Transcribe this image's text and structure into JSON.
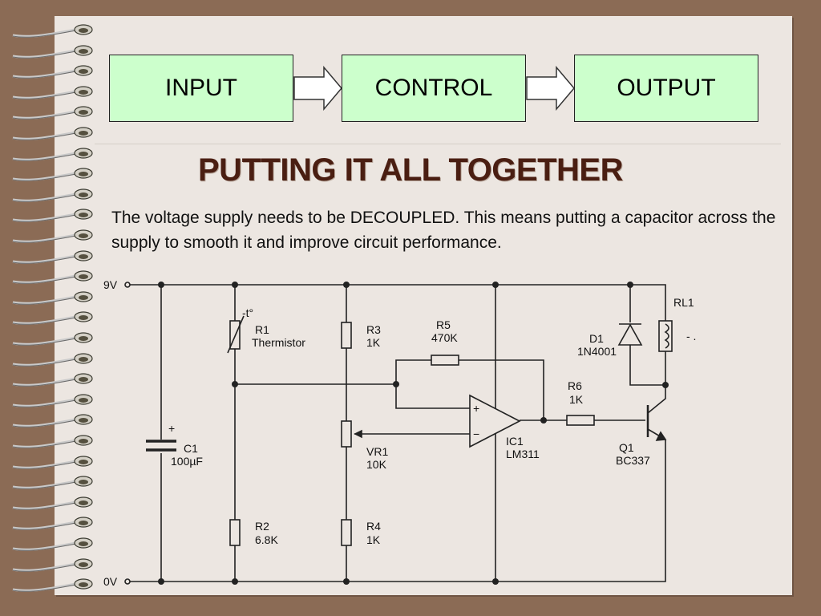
{
  "flow": {
    "boxes": [
      "INPUT",
      "CONTROL",
      "OUTPUT"
    ],
    "fill": "#ccffcc"
  },
  "title": "PUTTING IT ALL TOGETHER",
  "body_text": "The voltage supply needs to be DECOUPLED. This means putting a capacitor across the supply to smooth it and improve circuit performance.",
  "schematic": {
    "rails": {
      "top": "9V",
      "bottom": "0V"
    },
    "labels": {
      "r1_sym": "-t°",
      "r1": "R1",
      "r1_desc": "Thermistor",
      "r2": "R2",
      "r2_val": "6.8K",
      "r3": "R3",
      "r3_val": "1K",
      "r4": "R4",
      "r4_val": "1K",
      "r5": "R5",
      "r5_val": "470K",
      "r6": "R6",
      "r6_val": "1K",
      "vr1": "VR1",
      "vr1_val": "10K",
      "c1_plus": "+",
      "c1": "C1",
      "c1_val": "100µF",
      "ic1": "IC1",
      "ic1_val": "LM311",
      "op_plus": "+",
      "op_minus": "−",
      "d1": "D1",
      "d1_val": "1N4001",
      "q1": "Q1",
      "q1_val": "BC337",
      "rl1": "RL1",
      "rl1_contact": "- ."
    }
  },
  "colors": {
    "background": "#8b6b55",
    "page": "#ece6e1",
    "title": "#4a1e12"
  }
}
